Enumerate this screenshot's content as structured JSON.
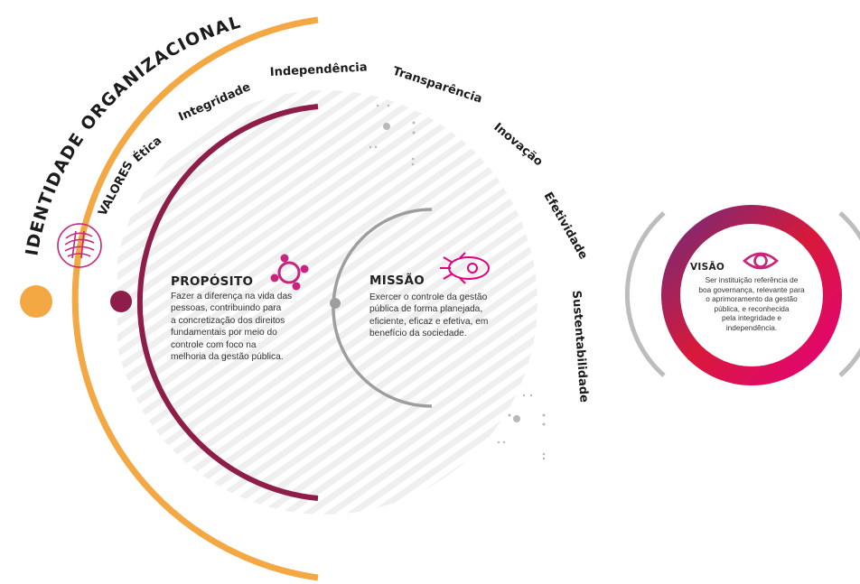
{
  "heading": "IDENTIDADE ORGANIZACIONAL",
  "valores": {
    "label": "VALORES",
    "items": [
      "Ética",
      "Integridade",
      "Independência",
      "Transparência",
      "Inovação",
      "Efetividade",
      "Sustentabilidade"
    ]
  },
  "proposito": {
    "title": "PROPÓSITO",
    "lines": [
      "Fazer a diferença na vida das",
      "pessoas, contribuindo para",
      "a concretização dos direitos",
      "fundamentais por meio do",
      "controle com foco na",
      "melhoria da gestão pública."
    ]
  },
  "missao": {
    "title": "MISSÃO",
    "lines": [
      "Exercer o controle da gestão",
      "pública de forma planejada,",
      "eficiente, eficaz e efetiva, em",
      "benefício da sociedade."
    ]
  },
  "visao": {
    "title": "VISÃO",
    "lines": [
      "Ser instituição referência de",
      "boa governança, relevante para",
      "o aprimoramento da gestão",
      "pública, e reconhecida",
      "pela integridade e",
      "independência."
    ]
  },
  "colors": {
    "orange": "#F4A844",
    "maroon": "#8E1D4A",
    "gray": "#9E9E9E",
    "pink": "#C9257E",
    "magenta": "#E5007E",
    "purple": "#6B2C7E",
    "red": "#D8193A"
  },
  "icons": {
    "valores": "hands-together-icon",
    "proposito": "people-connected-icon",
    "missao": "rocket-icon",
    "visao": "eye-icon"
  }
}
